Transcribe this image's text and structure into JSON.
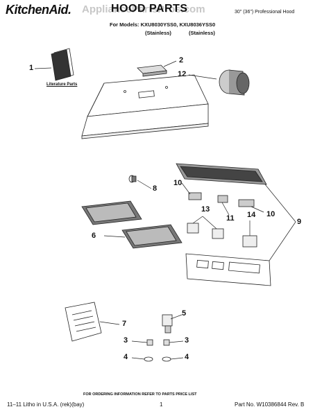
{
  "header": {
    "brand": "KitchenAid.",
    "title": "HOOD PARTS",
    "subtitle": "30\" (36\") Professional Hood",
    "models": "For Models: KXU8030YSS0, KXU8036YSS0",
    "finish_1": "(Stainless)",
    "finish_2": "(Stainless)",
    "watermark": "AppliancePartsPros.com"
  },
  "literature_label": "Literature Parts",
  "callouts": [
    "1",
    "2",
    "12",
    "8",
    "10",
    "11",
    "10",
    "6",
    "13",
    "14",
    "9",
    "7",
    "5",
    "3",
    "3",
    "4",
    "4"
  ],
  "footer": {
    "ordering_note": "FOR ORDERING INFORMATION REFER TO PARTS PRICE LIST",
    "litho": "11–11 Litho in U.S.A. (rek)(bay)",
    "page_number": "1",
    "part_number": "Part No. W10386844 Rev. B"
  }
}
